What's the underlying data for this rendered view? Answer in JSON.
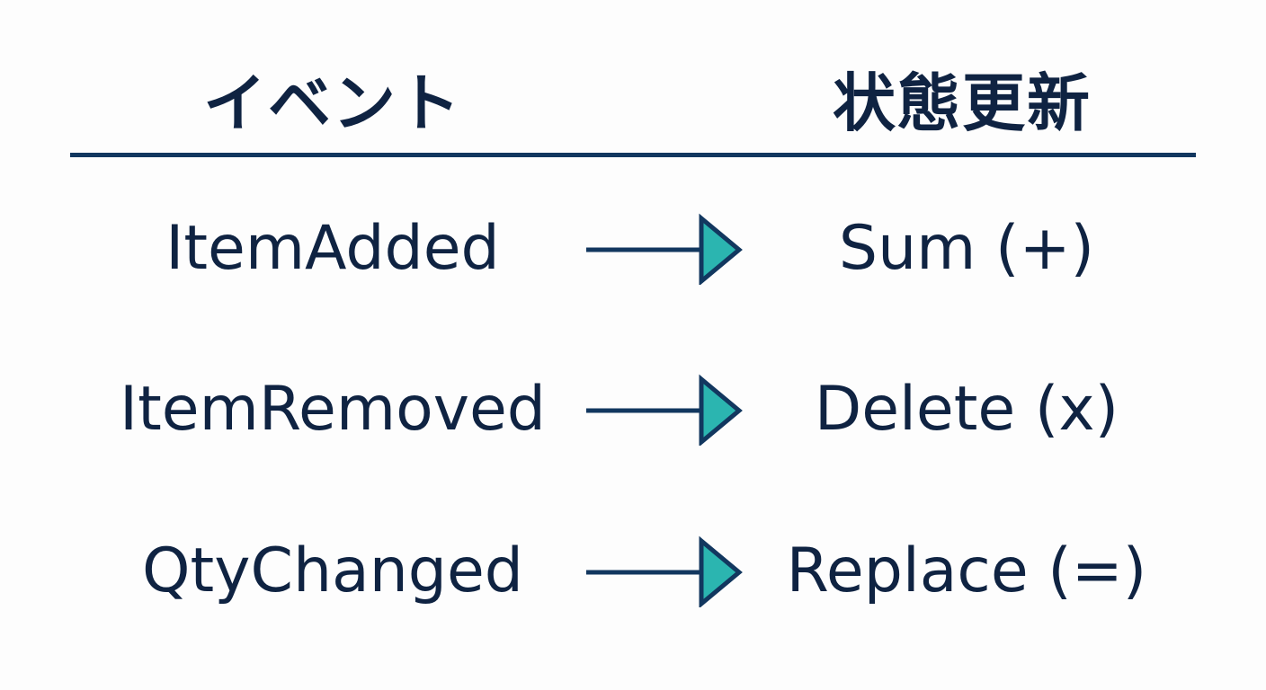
{
  "headers": {
    "event": "イベント",
    "state_update": "状態更新"
  },
  "rows": [
    {
      "event": "ItemAdded",
      "update": "Sum (+)"
    },
    {
      "event": "ItemRemoved",
      "update": "Delete (x)"
    },
    {
      "event": "QtyChanged",
      "update": "Replace (=)"
    }
  ],
  "colors": {
    "text": "#0f2342",
    "line": "#12375f",
    "arrow_head": "#2bb5b0"
  },
  "icons": {
    "arrow": "right-arrow-icon"
  }
}
